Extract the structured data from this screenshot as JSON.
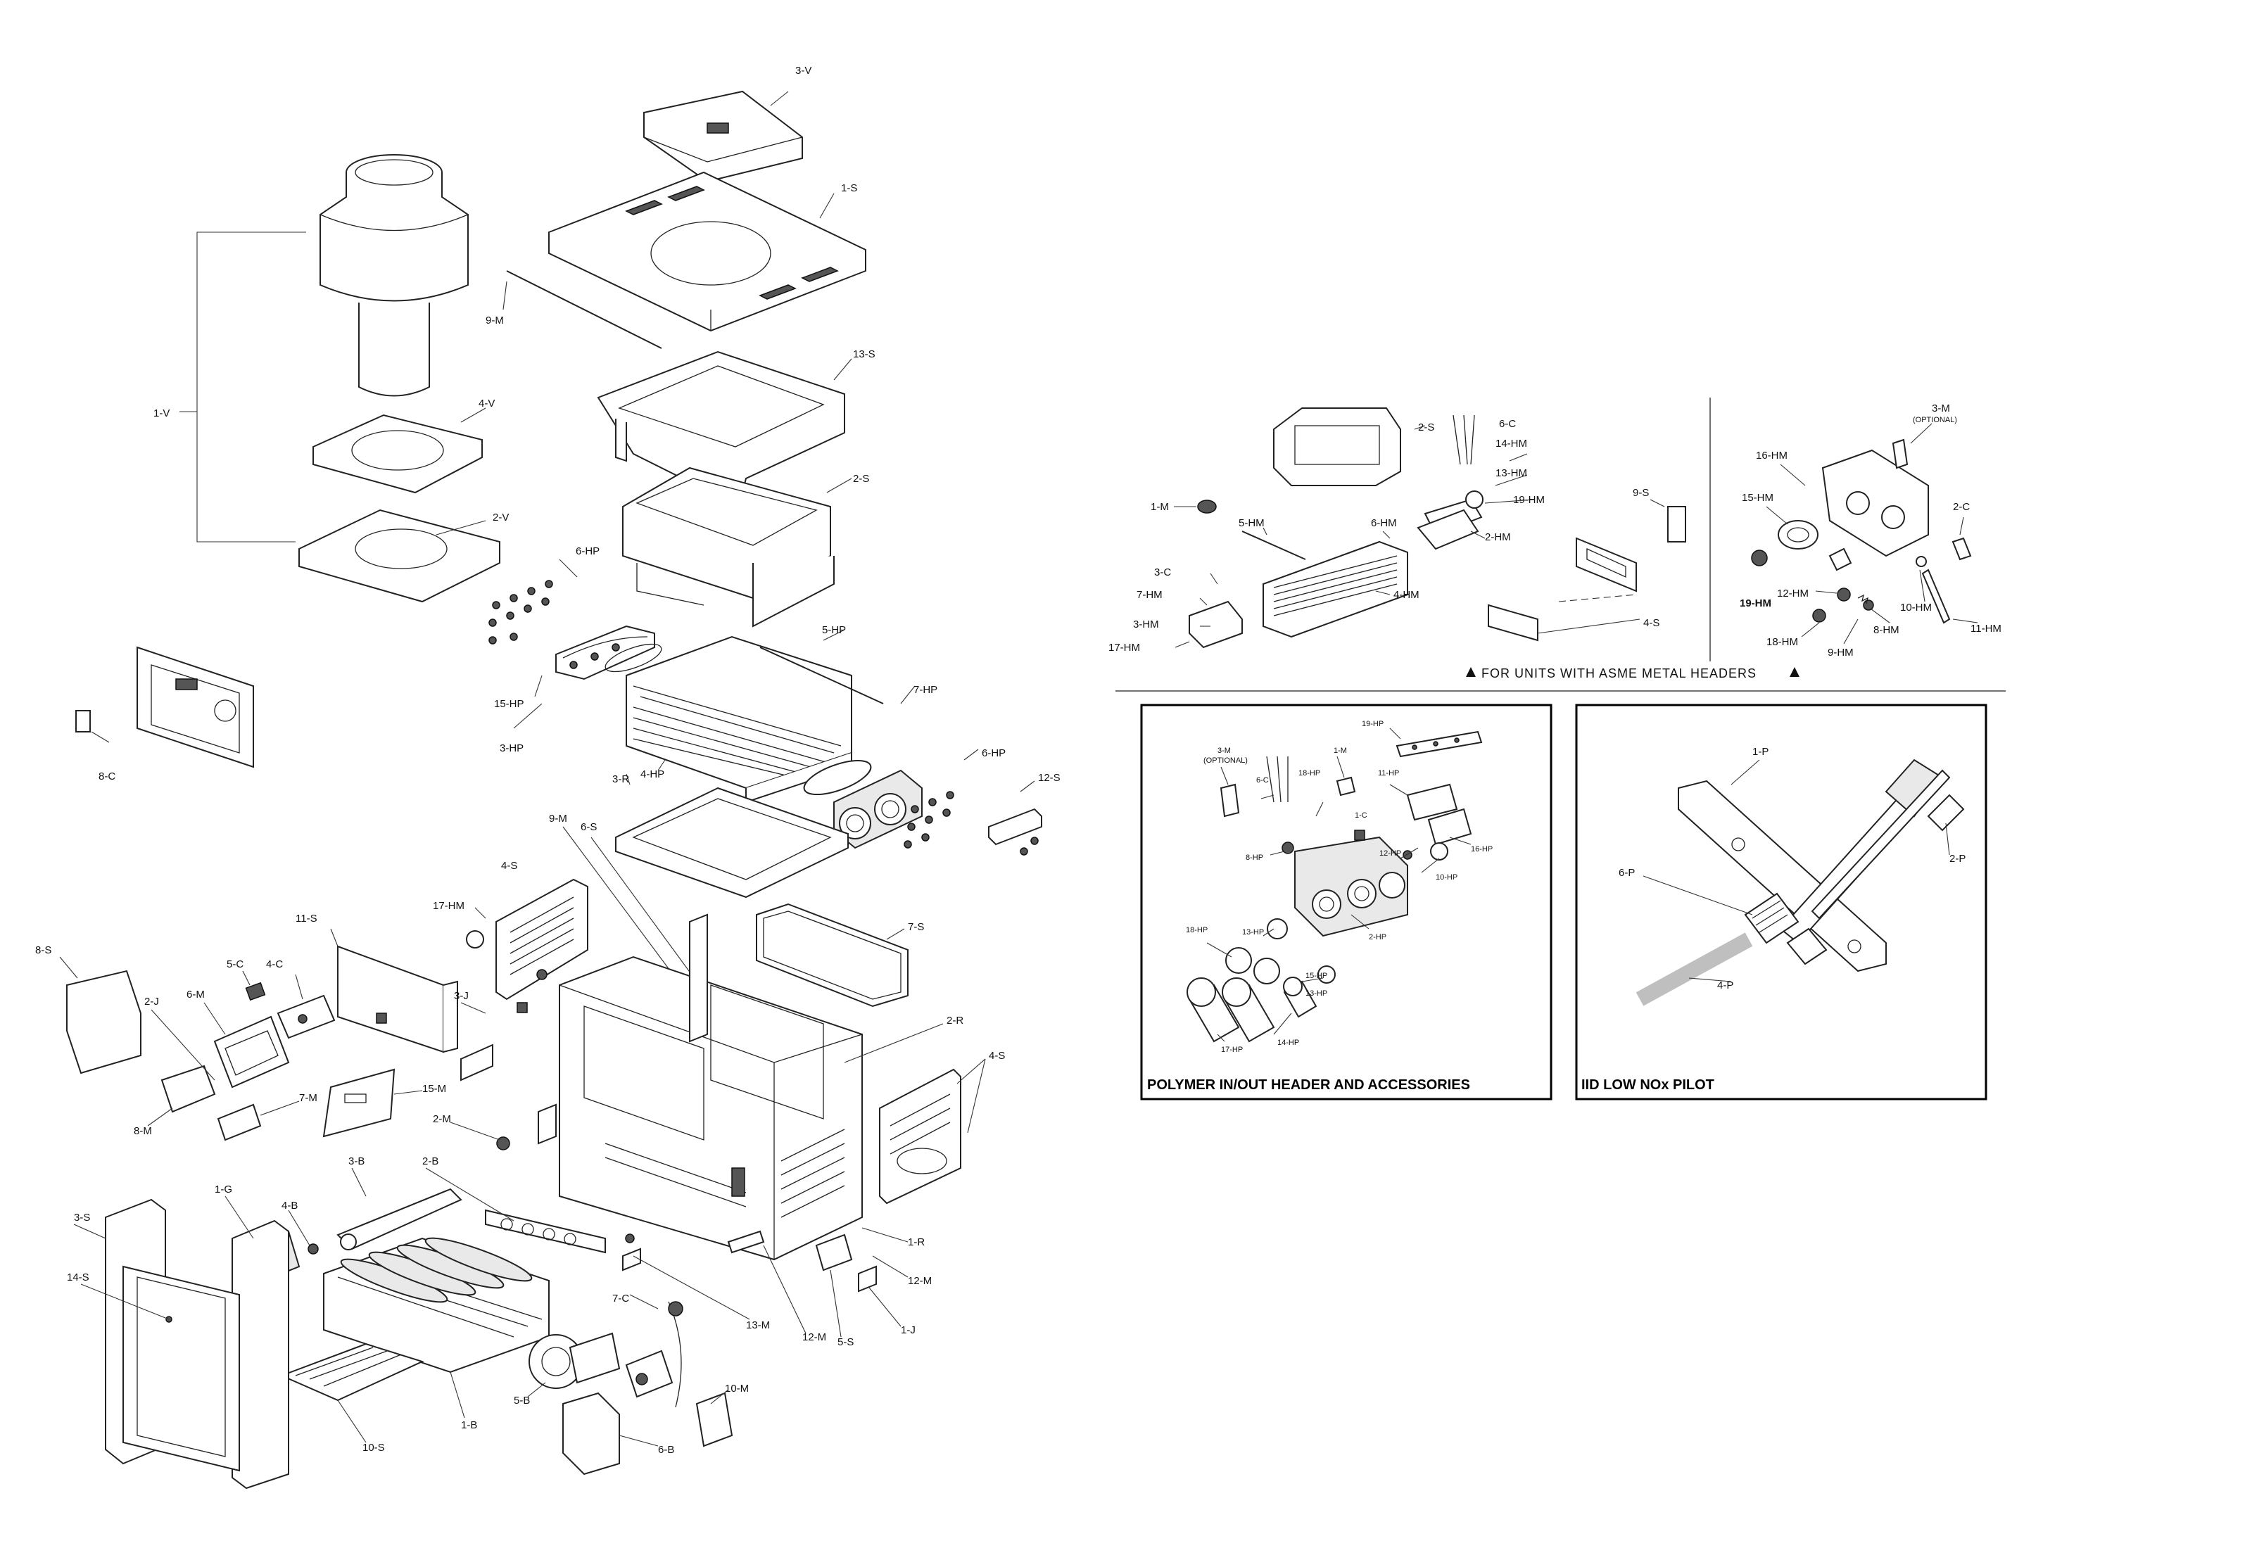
{
  "main_labels": [
    "3-V",
    "1-S",
    "9-M",
    "1-V",
    "13-S",
    "4-V",
    "2-S",
    "2-V",
    "6-HP",
    "15-HP",
    "5-HP",
    "3-HP",
    "4-HP",
    "7-HP",
    "6-HP",
    "12-S",
    "8-C",
    "3-R",
    "9-M",
    "6-S",
    "4-S",
    "7-S",
    "17-HM",
    "11-S",
    "8-S",
    "5-C",
    "4-C",
    "6-M",
    "2-J",
    "3-J",
    "2-R",
    "4-S",
    "15-M",
    "7-M",
    "8-M",
    "2-M",
    "3-B",
    "1-G",
    "4-B",
    "2-B",
    "3-S",
    "14-S",
    "1-R",
    "12-M",
    "13-M",
    "12-M",
    "5-S",
    "1-J",
    "7-C",
    "10-M",
    "5-B",
    "6-B",
    "1-B",
    "10-S"
  ],
  "asme_labels": [
    "2-S",
    "6-C",
    "14-HM",
    "13-HM",
    "19-HM",
    "1-M",
    "5-HM",
    "6-HM",
    "2-HM",
    "3-C",
    "7-HM",
    "4-HM",
    "3-HM",
    "17-HM",
    "9-S",
    "4-S"
  ],
  "asme_right_labels": [
    "3-M",
    "(OPTIONAL)",
    "16-HM",
    "15-HM",
    "2-C",
    "19-HM",
    "12-HM",
    "10-HM",
    "8-HM",
    "11-HM",
    "18-HM",
    "9-HM"
  ],
  "asme_note": "FOR UNITS WITH ASME METAL HEADERS",
  "polymer_labels": [
    "3-M",
    "(OPTIONAL)",
    "19-HP",
    "6-C",
    "1-M",
    "18-HP",
    "11-HP",
    "1-C",
    "16-HP",
    "8-HP",
    "12-HP",
    "10-HP",
    "18-HP",
    "13-HP",
    "2-HP",
    "15-HP",
    "13-HP",
    "17-HP",
    "14-HP"
  ],
  "polymer_title": "POLYMER IN/OUT HEADER AND ACCESSORIES",
  "pilot_labels": [
    "1-P",
    "6-P",
    "2-P",
    "4-P"
  ],
  "pilot_title": "IID LOW NOx PILOT"
}
